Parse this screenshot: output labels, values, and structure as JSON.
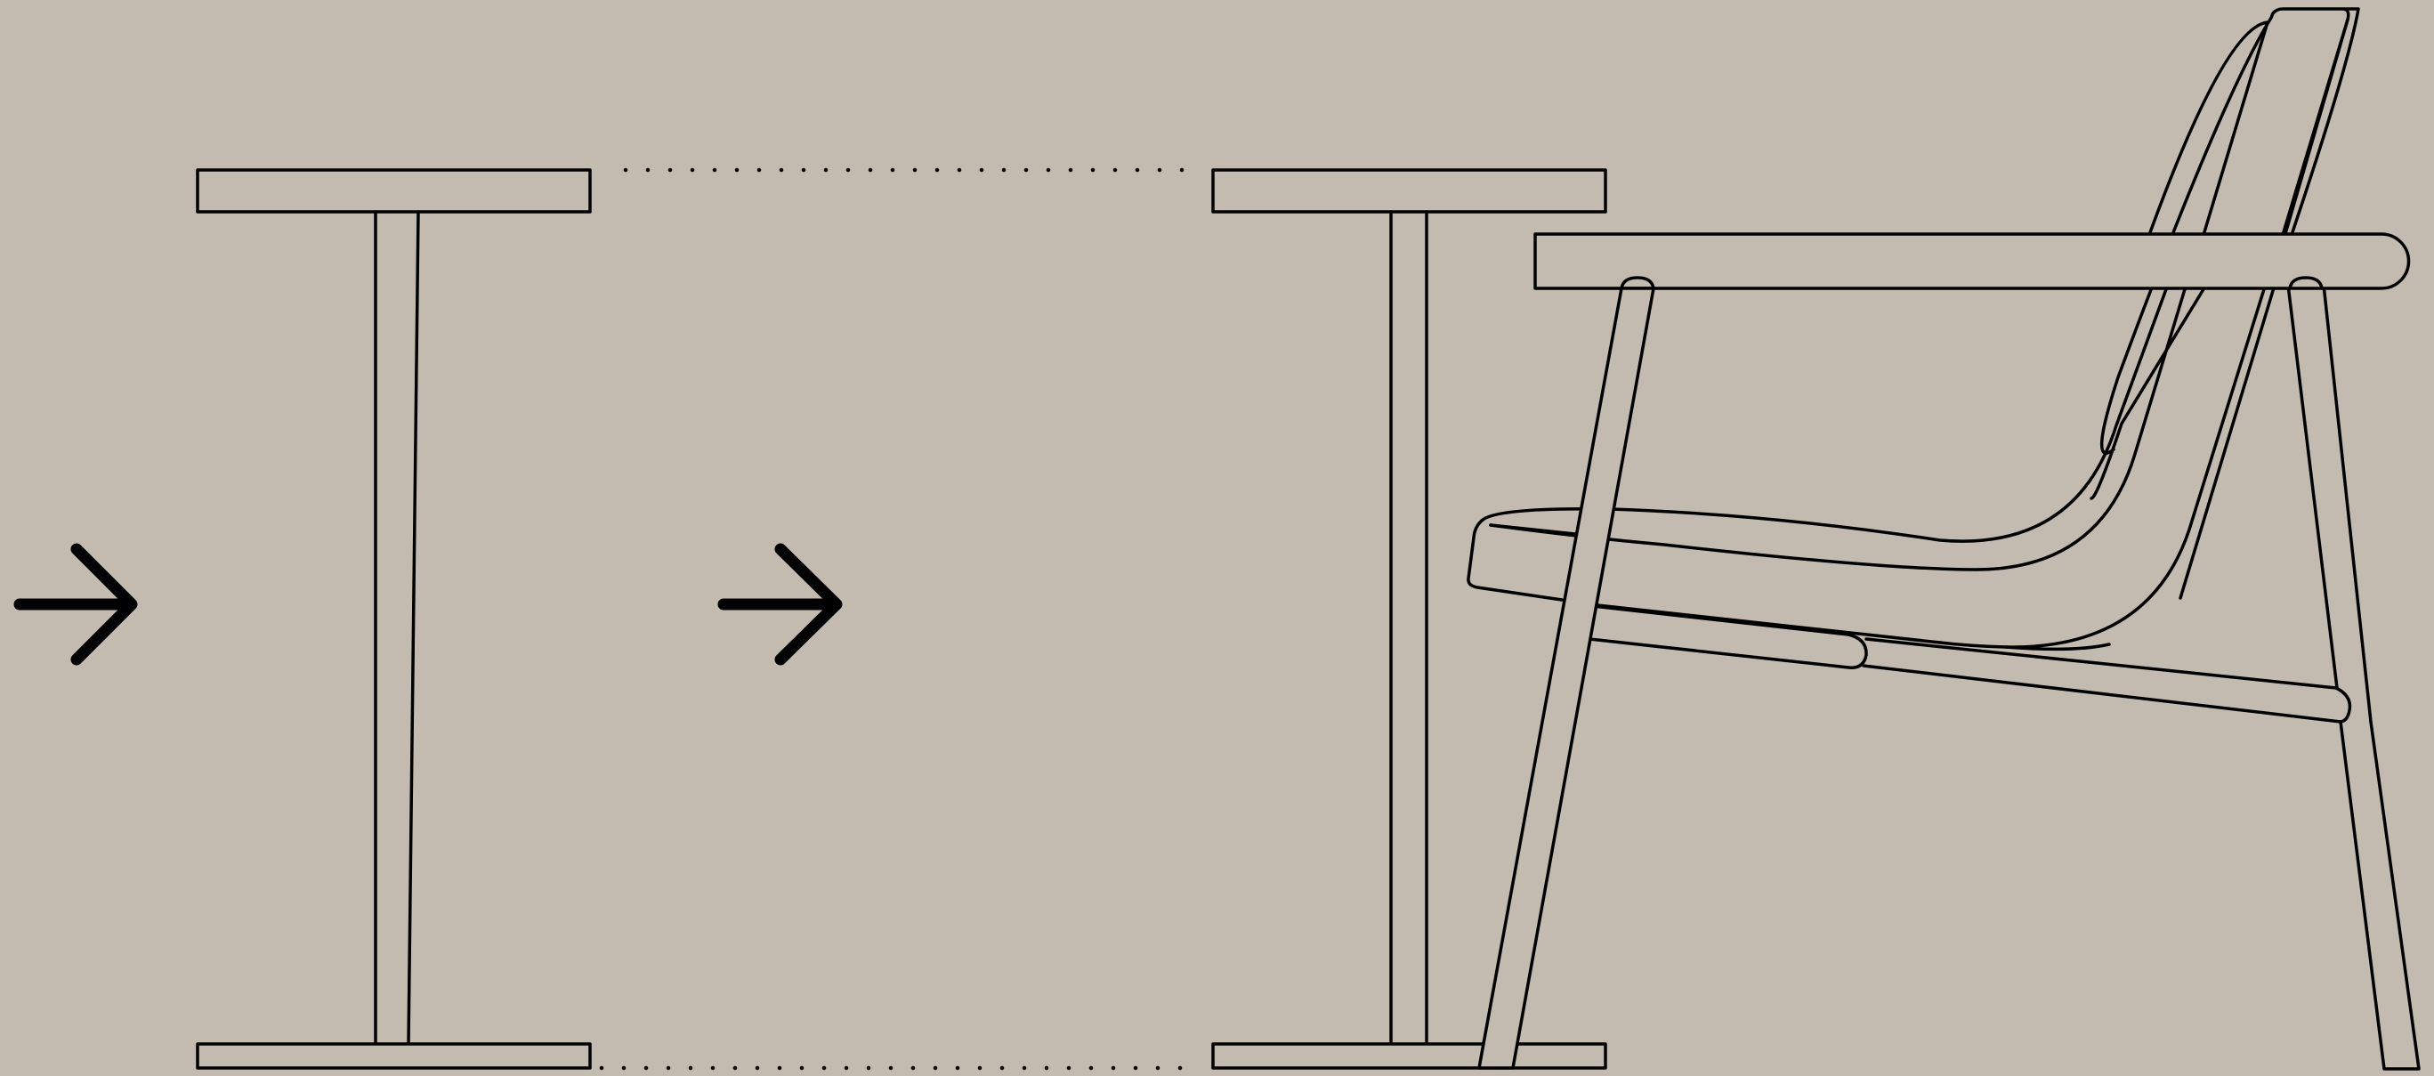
{
  "diagram": {
    "background_color": "#c4bbb0",
    "line_color": "#000000",
    "steps": [
      {
        "name": "arrow-1",
        "icon": "arrow-right-icon"
      },
      {
        "name": "i-profile-tapered"
      },
      {
        "name": "arrow-2",
        "icon": "arrow-right-icon"
      },
      {
        "name": "i-profile-straight"
      },
      {
        "name": "lounge-chair-side-view"
      }
    ]
  }
}
